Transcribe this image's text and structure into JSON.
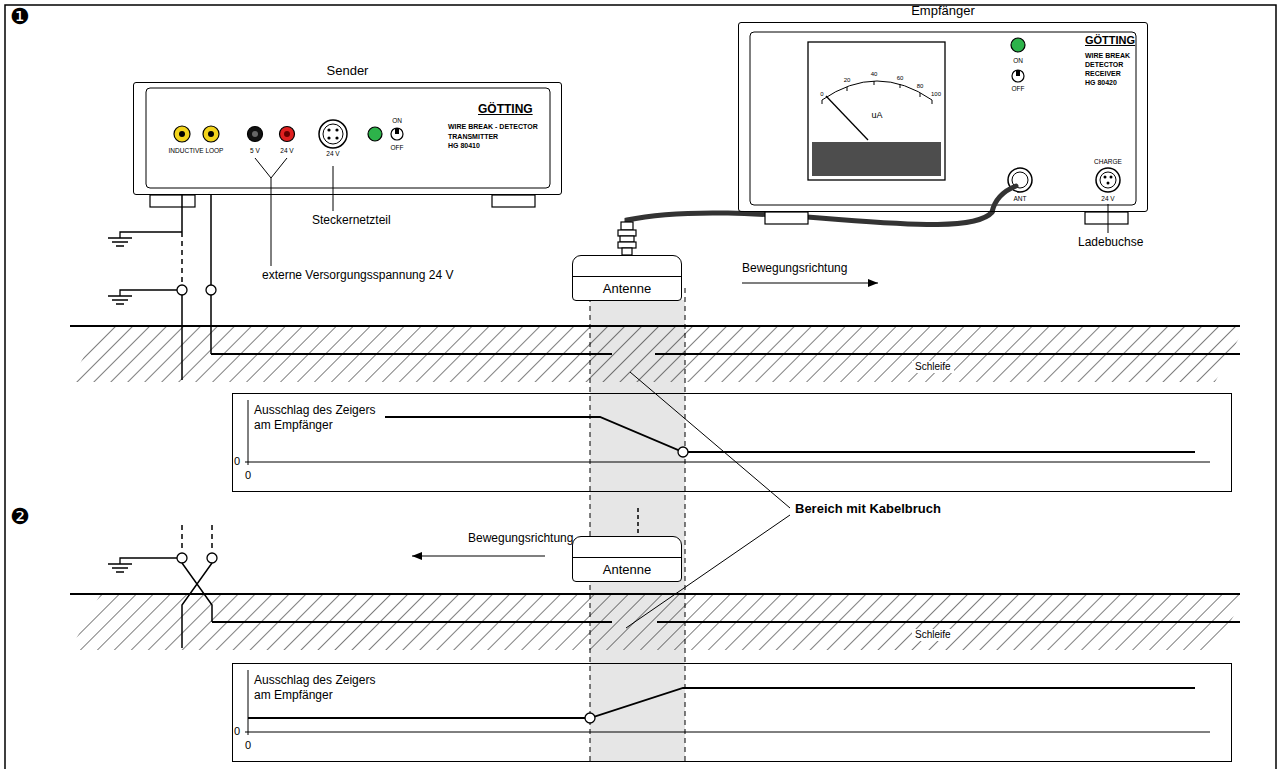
{
  "diagram": {
    "nodes": [
      {
        "text": [
          "Sender"
        ]
      },
      {
        "text": [
          "Empfänger"
        ]
      },
      {
        "text": [
          "Antenne"
        ]
      },
      {
        "text": [
          "Ausschlag des Zeigers am Empfänger"
        ]
      },
      {
        "text": [
          "Antenne"
        ]
      },
      {
        "text": [
          "Ausschlag des Zeigers am Empfänger"
        ]
      }
    ],
    "edges": [
      {
        "from": 1,
        "to": 2,
        "arrow": "none"
      }
    ],
    "labels": [
      "❶",
      "INDUCTIVE LOOP",
      "5 V",
      "24 V",
      "24 V",
      "ON",
      "OFF",
      "GÖTTING",
      "WIRE BREAK - DETECTOR",
      "TRANSMITTER",
      "HG 80410",
      "Steckernetzteil",
      "externe Versorgungsspannung 24 V",
      "uA",
      "0",
      "20",
      "40",
      "60",
      "80",
      "100",
      "ON",
      "OFF",
      "ANT",
      "CHARGE",
      "24 V",
      "GÖTTING",
      "WIRE BREAK",
      "DETECTOR",
      "RECEIVER",
      "HG 80420",
      "Ladebuchse",
      "Bewegungsrichtung",
      "Schleife",
      "0",
      "0",
      "❷",
      "Bewegungsrichtung",
      "Bereich mit Kabelbruch",
      "Schleife",
      "0",
      "0"
    ]
  }
}
